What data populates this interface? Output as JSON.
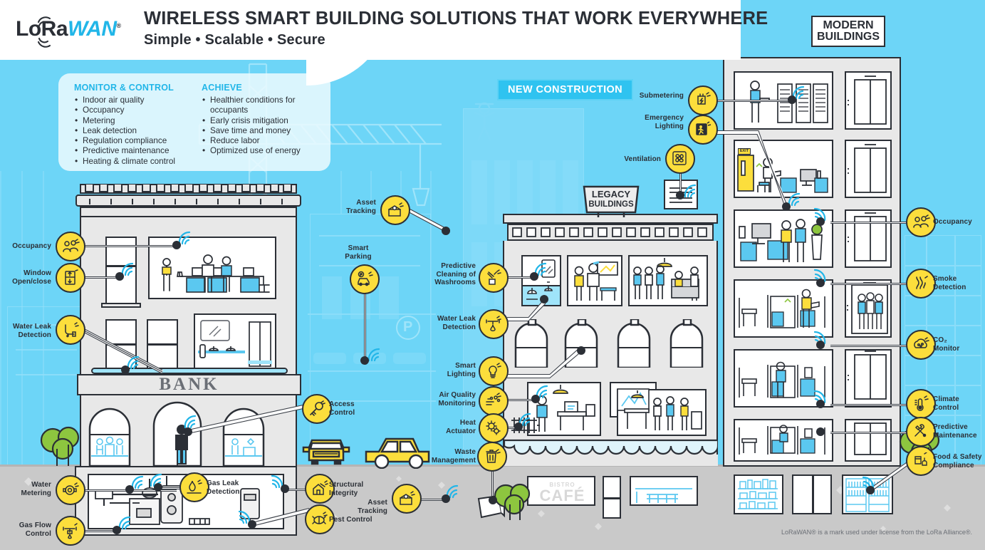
{
  "header": {
    "logo_text_lo": "LoRa",
    "logo_text_wan": "WAN",
    "logo_reg": "®",
    "title_line1": "WIRELESS SMART BUILDING SOLUTIONS THAT WORK EVERYWHERE",
    "title_line2": "Simple • Scalable • Secure"
  },
  "info_panel": {
    "columns": [
      {
        "heading": "MONITOR & CONTROL",
        "items": [
          "Indoor air quality",
          "Occupancy",
          "Metering",
          "Leak detection",
          "Regulation compliance",
          "Predictive maintenance",
          "Heating & climate control"
        ]
      },
      {
        "heading": "ACHIEVE",
        "items": [
          "Healthier conditions for occupants",
          "Early crisis mitigation",
          "Save time and money",
          "Reduce labor",
          "Optimized use of energy"
        ]
      }
    ]
  },
  "signs": {
    "new_construction": "NEW CONSTRUCTION",
    "legacy_line1": "LEGACY",
    "legacy_line2": "BUILDINGS",
    "modern_line1": "MODERN",
    "modern_line2": "BUILDINGS",
    "bank": "BANK",
    "cafe_small": "BISTRO",
    "cafe_big": "CAFÉ"
  },
  "footer": {
    "trademark": "LoRaWAN® is a mark used under license from the LoRa Alliance®."
  },
  "colors": {
    "sky": "#6DD5F7",
    "sky_light": "#8BDDF9",
    "accent_cyan": "#22B6E8",
    "badge_yellow": "#FCDE3C",
    "dark": "#2B2F36",
    "ground": "#C9C9C9",
    "building_grey": "#E8E8E8",
    "white": "#FFFFFF"
  },
  "callouts": {
    "bank_building": [
      {
        "id": "occupancy-left",
        "label_line1": "Occupancy",
        "label_line2": "",
        "icon": "occupancy-icon"
      },
      {
        "id": "window-open-close",
        "label_line1": "Window",
        "label_line2": "Open/close",
        "icon": "window-icon"
      },
      {
        "id": "water-leak-left",
        "label_line1": "Water Leak",
        "label_line2": "Detection",
        "icon": "water-leak-icon"
      },
      {
        "id": "access-control",
        "label_line1": "Access",
        "label_line2": "Control",
        "icon": "key-icon"
      }
    ],
    "basement": [
      {
        "id": "water-metering",
        "label_line1": "Water",
        "label_line2": "Metering",
        "icon": "water-meter-icon"
      },
      {
        "id": "gas-flow-control",
        "label_line1": "Gas Flow",
        "label_line2": "Control",
        "icon": "gas-valve-icon"
      },
      {
        "id": "gas-leak-detection",
        "label_line1": "Gas Leak",
        "label_line2": "Detection",
        "icon": "gas-leak-icon"
      },
      {
        "id": "structural-integrity",
        "label_line1": "Structural",
        "label_line2": "Integrity",
        "icon": "structure-icon"
      },
      {
        "id": "pest-control",
        "label_line1": "Pest Control",
        "label_line2": "",
        "icon": "pest-icon"
      },
      {
        "id": "asset-tracking-bottom",
        "label_line1": "Asset",
        "label_line2": "Tracking",
        "icon": "asset-tracking-icon"
      }
    ],
    "street": [
      {
        "id": "asset-tracking-crane",
        "label_line1": "Asset",
        "label_line2": "Tracking",
        "icon": "asset-tracking-icon"
      },
      {
        "id": "smart-parking",
        "label_line1": "Smart",
        "label_line2": "Parking",
        "icon": "parking-icon"
      }
    ],
    "legacy_building": [
      {
        "id": "predictive-cleaning",
        "label_line1": "Predictive",
        "label_line2": "Cleaning of",
        "label_line3": "Washrooms",
        "icon": "cleaning-icon"
      },
      {
        "id": "water-leak-legacy",
        "label_line1": "Water Leak",
        "label_line2": "Detection",
        "icon": "water-leak-icon"
      },
      {
        "id": "smart-lighting",
        "label_line1": "Smart",
        "label_line2": "Lighting",
        "icon": "bulb-icon"
      },
      {
        "id": "air-quality",
        "label_line1": "Air Quality",
        "label_line2": "Monitoring",
        "icon": "air-quality-icon"
      },
      {
        "id": "heat-actuator",
        "label_line1": "Heat",
        "label_line2": "Actuator",
        "icon": "gear-icon"
      },
      {
        "id": "waste-management",
        "label_line1": "Waste",
        "label_line2": "Management",
        "icon": "waste-icon"
      }
    ],
    "modern_building_top": [
      {
        "id": "submetering",
        "label_line1": "Submetering",
        "label_line2": "",
        "icon": "plug-icon"
      },
      {
        "id": "emergency-lighting",
        "label_line1": "Emergency",
        "label_line2": "Lighting",
        "icon": "exit-icon"
      },
      {
        "id": "ventilation",
        "label_line1": "Ventilation",
        "label_line2": "",
        "icon": "fan-icon"
      }
    ],
    "modern_building_right": [
      {
        "id": "occupancy-right",
        "label_line1": "Occupancy",
        "label_line2": "",
        "icon": "occupancy-icon"
      },
      {
        "id": "smoke-detection",
        "label_line1": "Smoke",
        "label_line2": "Detection",
        "icon": "smoke-icon"
      },
      {
        "id": "co2-monitor",
        "label_line1": "CO₂",
        "label_line2": "Monitor",
        "icon": "co2-icon"
      },
      {
        "id": "climate-control",
        "label_line1": "Climate",
        "label_line2": "Control",
        "icon": "thermometer-icon"
      },
      {
        "id": "predictive-maintenance",
        "label_line1": "Predictive",
        "label_line2": "Maintenance",
        "icon": "tools-icon"
      },
      {
        "id": "food-safety",
        "label_line1": "Food & Safety",
        "label_line2": "Compliance",
        "icon": "food-safety-icon"
      }
    ]
  }
}
